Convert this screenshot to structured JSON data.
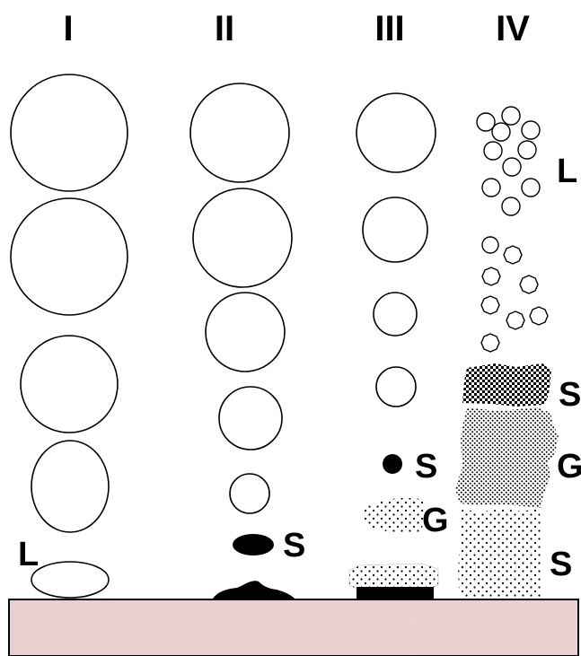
{
  "columns": [
    "I",
    "II",
    "III",
    "IV"
  ],
  "labels": {
    "col1_L": "L",
    "col2_S": "S",
    "col3_S": "S",
    "col3_G": "G",
    "col4_L": "L",
    "col4_S_top": "S",
    "col4_G": "G",
    "col4_S_bottom": "S"
  },
  "colors": {
    "substrate": "#ead2d2",
    "stroke": "#000000"
  }
}
